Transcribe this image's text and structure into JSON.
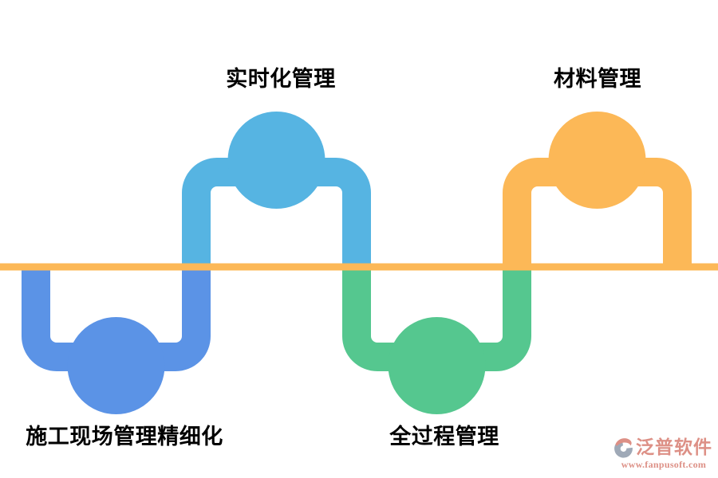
{
  "diagram": {
    "baseline_color": "#FCB857",
    "nodes": [
      {
        "label": "施工现场管理精细化",
        "position": "below-line",
        "color": "#5B93E6"
      },
      {
        "label": "实时化管理",
        "position": "above-line",
        "color": "#56B4E2"
      },
      {
        "label": "全过程管理",
        "position": "below-line",
        "color": "#55C78F"
      },
      {
        "label": "材料管理",
        "position": "above-line",
        "color": "#FCB857"
      }
    ]
  },
  "logo": {
    "name": "泛普软件",
    "url": "www.fanpusoft.com",
    "text_color": "#DD9086",
    "icon_color": "#9FA9B7",
    "swoosh_color": "#DD9086"
  }
}
